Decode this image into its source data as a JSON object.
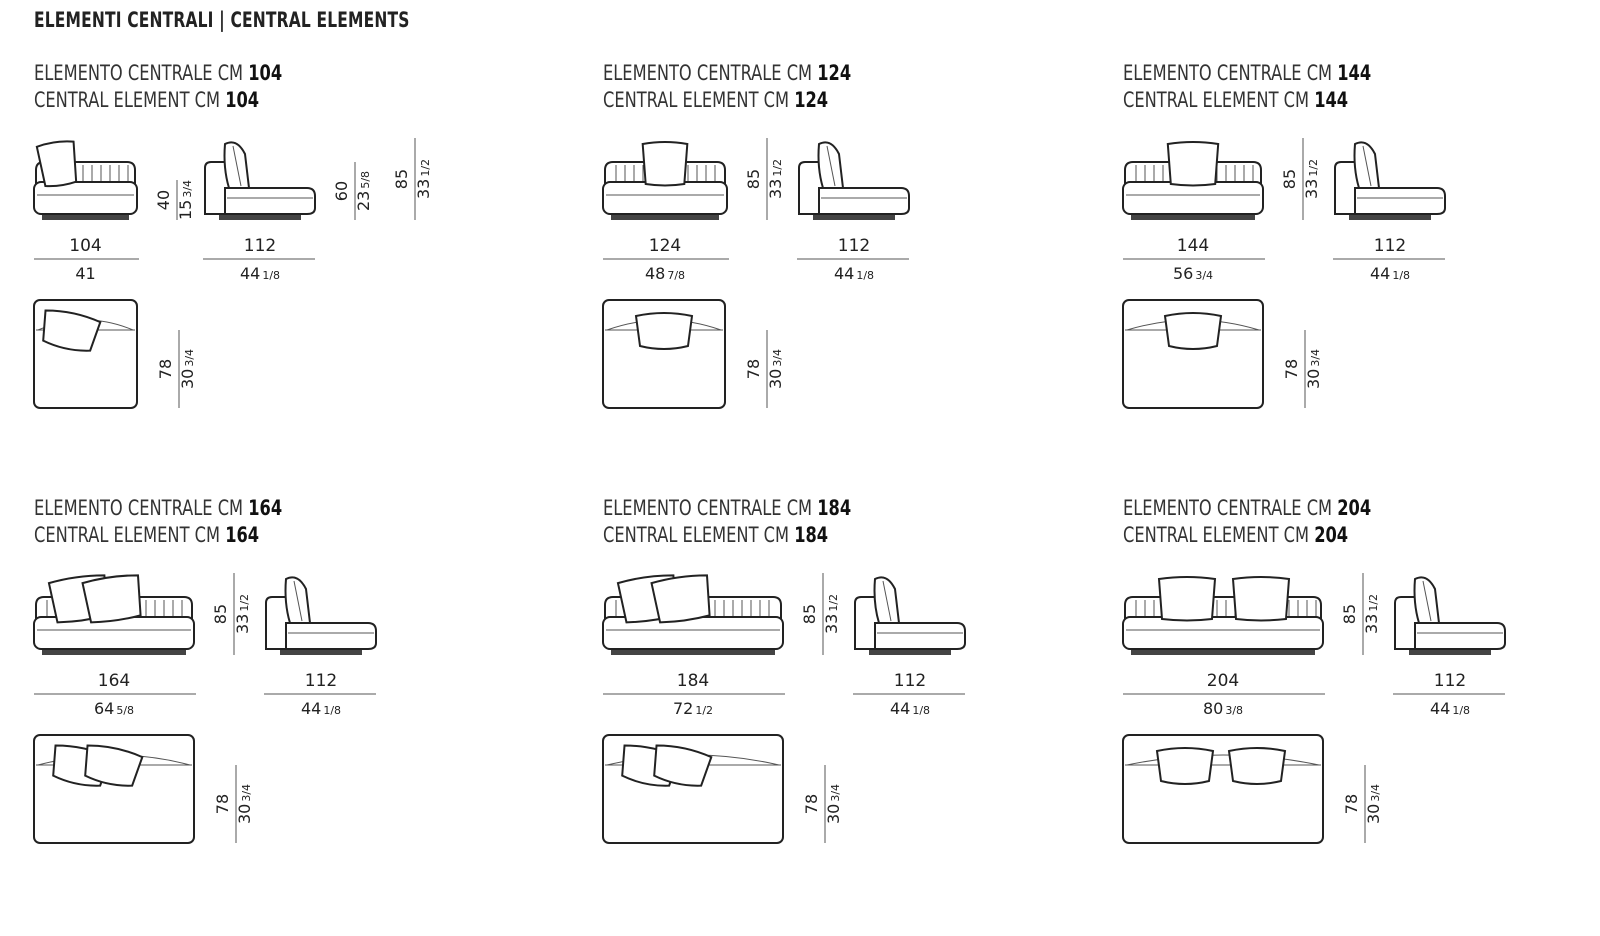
{
  "title": "ELEMENTI CENTRALI | CENTRAL ELEMENTS",
  "elements": [
    {
      "line1_prefix": "ELEMENTO CENTRALE CM ",
      "line1_value": "104",
      "line2_prefix": "CENTRAL ELEMENT CM ",
      "line2_value": "104",
      "width_cm": "104",
      "width_in": "41",
      "depth_cm": "112",
      "depth_in": "44 1/8",
      "height_cm": "40",
      "height_in": "15 3/4",
      "arm_height_cm": "60",
      "arm_height_in": "23 5/8",
      "back_height_cm": "85",
      "back_height_in": "33 1/2",
      "plan_depth_cm": "78",
      "plan_depth_in": "30 3/4",
      "cushions": 1
    },
    {
      "line1_prefix": "ELEMENTO CENTRALE CM ",
      "line1_value": "124",
      "line2_prefix": "CENTRAL ELEMENT CM ",
      "line2_value": "124",
      "width_cm": "124",
      "width_in": "48 7/8",
      "depth_cm": "112",
      "depth_in": "44 1/8",
      "height_cm": "85",
      "height_in": "33 1/2",
      "plan_depth_cm": "78",
      "plan_depth_in": "30 3/4",
      "cushions": 1
    },
    {
      "line1_prefix": "ELEMENTO CENTRALE CM ",
      "line1_value": "144",
      "line2_prefix": "CENTRAL ELEMENT CM ",
      "line2_value": "144",
      "width_cm": "144",
      "width_in": "56 3/4",
      "depth_cm": "112",
      "depth_in": "44 1/8",
      "height_cm": "85",
      "height_in": "33 1/2",
      "plan_depth_cm": "78",
      "plan_depth_in": "30 3/4",
      "cushions": 1
    },
    {
      "line1_prefix": "ELEMENTO CENTRALE CM ",
      "line1_value": "164",
      "line2_prefix": "CENTRAL ELEMENT CM ",
      "line2_value": "164",
      "width_cm": "164",
      "width_in": "64 5/8",
      "depth_cm": "112",
      "depth_in": "44 1/8",
      "height_cm": "85",
      "height_in": "33 1/2",
      "plan_depth_cm": "78",
      "plan_depth_in": "30 3/4",
      "cushions": 2
    },
    {
      "line1_prefix": "ELEMENTO CENTRALE CM ",
      "line1_value": "184",
      "line2_prefix": "CENTRAL ELEMENT CM ",
      "line2_value": "184",
      "width_cm": "184",
      "width_in": "72 1/2",
      "depth_cm": "112",
      "depth_in": "44 1/8",
      "height_cm": "85",
      "height_in": "33 1/2",
      "plan_depth_cm": "78",
      "plan_depth_in": "30 3/4",
      "cushions": 2
    },
    {
      "line1_prefix": "ELEMENTO CENTRALE CM ",
      "line1_value": "204",
      "line2_prefix": "CENTRAL ELEMENT CM ",
      "line2_value": "204",
      "width_cm": "204",
      "width_in": "80 3/8",
      "depth_cm": "112",
      "depth_in": "44 1/8",
      "height_cm": "85",
      "height_in": "33 1/2",
      "plan_depth_cm": "78",
      "plan_depth_in": "30 3/4",
      "cushions": 2
    }
  ]
}
